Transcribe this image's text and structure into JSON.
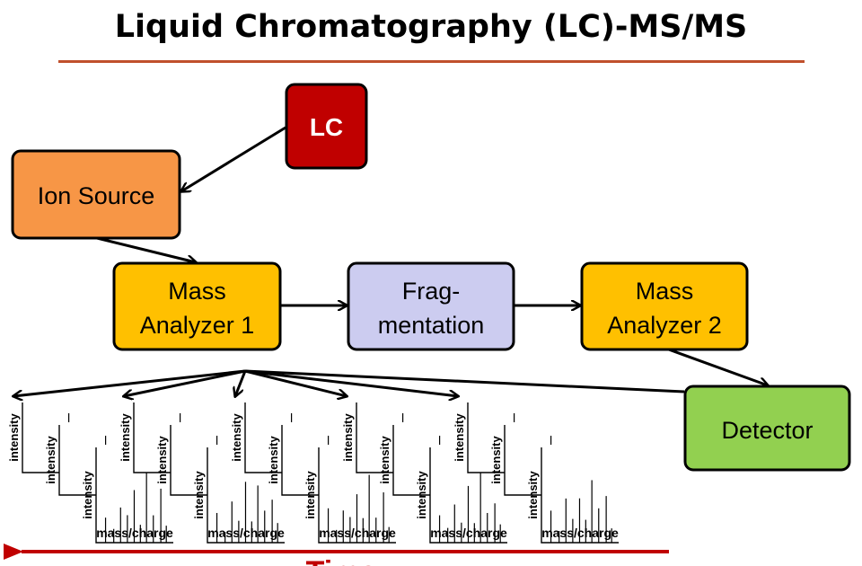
{
  "title": "Liquid Chromatography (LC)-MS/MS",
  "colors": {
    "title_rule": "#c0502c",
    "lc": "#c00000",
    "ion_source": "#f79646",
    "mass_analyzer": "#ffc000",
    "fragmentation": "#ccccf0",
    "detector": "#92d050",
    "time_arrow": "#c00000"
  },
  "nodes": {
    "lc": {
      "label": "LC"
    },
    "ion_source": {
      "label": "Ion Source"
    },
    "mass_analyzer_1": {
      "label_line1": "Mass",
      "label_line2": "Analyzer 1"
    },
    "fragmentation": {
      "label_line1": "Frag-",
      "label_line2": "mentation"
    },
    "mass_analyzer_2": {
      "label_line1": "Mass",
      "label_line2": "Analyzer 2"
    },
    "detector": {
      "label": "Detector"
    }
  },
  "spectra": {
    "ylabel": "intensity",
    "xlabel": "mass/charge",
    "group_count": 5,
    "stack_depth": 3
  },
  "time_arrow": {
    "label": "Time"
  }
}
